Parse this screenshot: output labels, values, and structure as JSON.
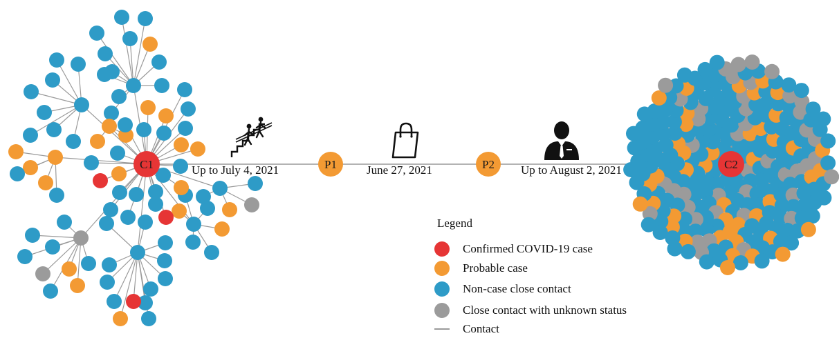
{
  "colors": {
    "confirmed": "#e63535",
    "probable": "#f39a33",
    "noncase": "#2e9bc7",
    "unknown": "#9b9b9b",
    "contact_line": "#9a9a9a",
    "icon": "#111111"
  },
  "chain": {
    "c1_label": "C1",
    "p1_label": "P1",
    "p2_label": "P2",
    "c2_label": "C2",
    "edge_c1_p1": "Up to July 4, 2021",
    "edge_p1_p2": "June 27, 2021",
    "edge_p2_c2": "Up to August 2, 2021"
  },
  "icons": {
    "edge_c1_p1": "stairs-people-icon",
    "edge_p1_p2": "shopping-bag-icon",
    "edge_p2_c2": "businessman-icon"
  },
  "legend": {
    "title": "Legend",
    "items": [
      {
        "label": "Confirmed COVID-19 case",
        "kind": "confirmed"
      },
      {
        "label": "Probable case",
        "kind": "probable"
      },
      {
        "label": "Non-case close contact",
        "kind": "noncase"
      },
      {
        "label": "Close contact with unknown status",
        "kind": "unknown"
      },
      {
        "label": "Contact",
        "kind": "line"
      }
    ]
  }
}
